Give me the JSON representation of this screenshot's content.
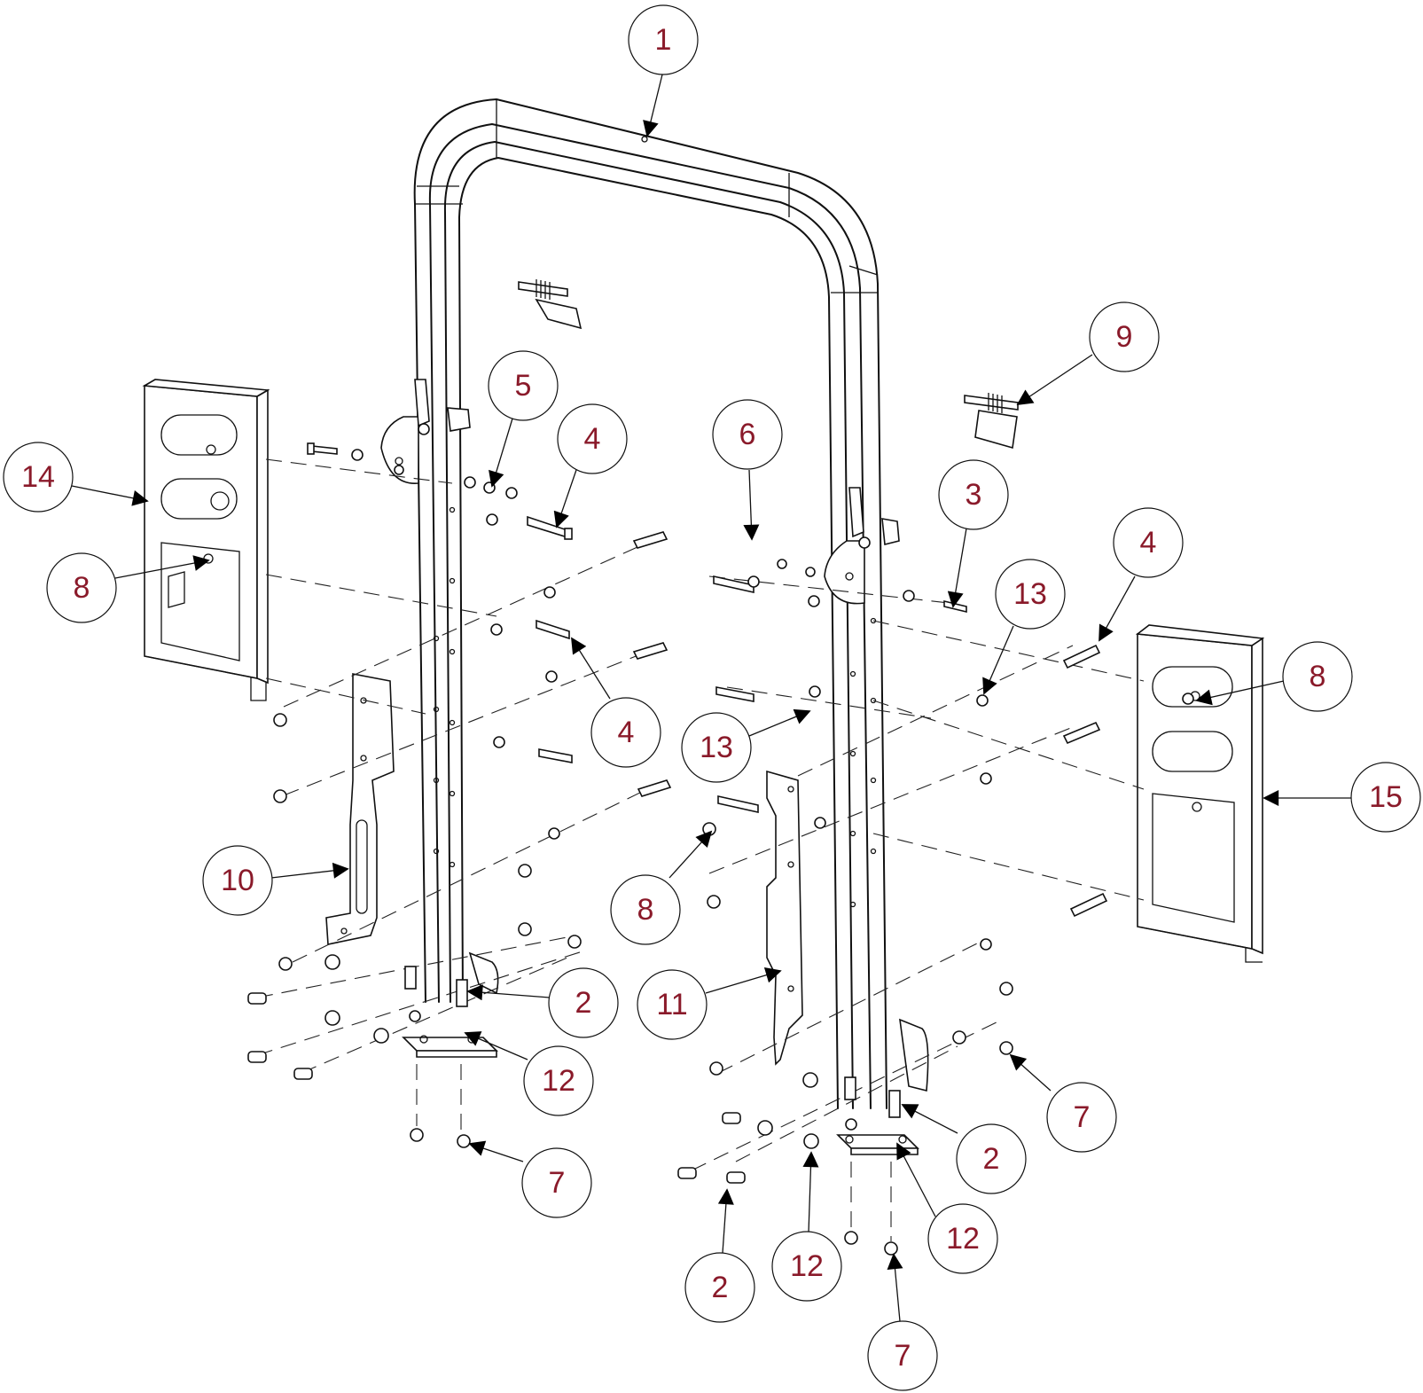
{
  "theme": {
    "label_color": "#8a1a2a",
    "line_color": "#111111"
  },
  "callouts": [
    {
      "id": "c1",
      "label": "1"
    },
    {
      "id": "c2a",
      "label": "2"
    },
    {
      "id": "c2b",
      "label": "2"
    },
    {
      "id": "c2c",
      "label": "2"
    },
    {
      "id": "c3",
      "label": "3"
    },
    {
      "id": "c4a",
      "label": "4"
    },
    {
      "id": "c4b",
      "label": "4"
    },
    {
      "id": "c4c",
      "label": "4"
    },
    {
      "id": "c5",
      "label": "5"
    },
    {
      "id": "c6",
      "label": "6"
    },
    {
      "id": "c7a",
      "label": "7"
    },
    {
      "id": "c7b",
      "label": "7"
    },
    {
      "id": "c7c",
      "label": "7"
    },
    {
      "id": "c8a",
      "label": "8"
    },
    {
      "id": "c8b",
      "label": "8"
    },
    {
      "id": "c8c",
      "label": "8"
    },
    {
      "id": "c9",
      "label": "9"
    },
    {
      "id": "c10",
      "label": "10"
    },
    {
      "id": "c11",
      "label": "11"
    },
    {
      "id": "c12a",
      "label": "12"
    },
    {
      "id": "c12b",
      "label": "12"
    },
    {
      "id": "c12c",
      "label": "12"
    },
    {
      "id": "c13a",
      "label": "13"
    },
    {
      "id": "c13b",
      "label": "13"
    },
    {
      "id": "c14",
      "label": "14"
    },
    {
      "id": "c15",
      "label": "15"
    }
  ]
}
